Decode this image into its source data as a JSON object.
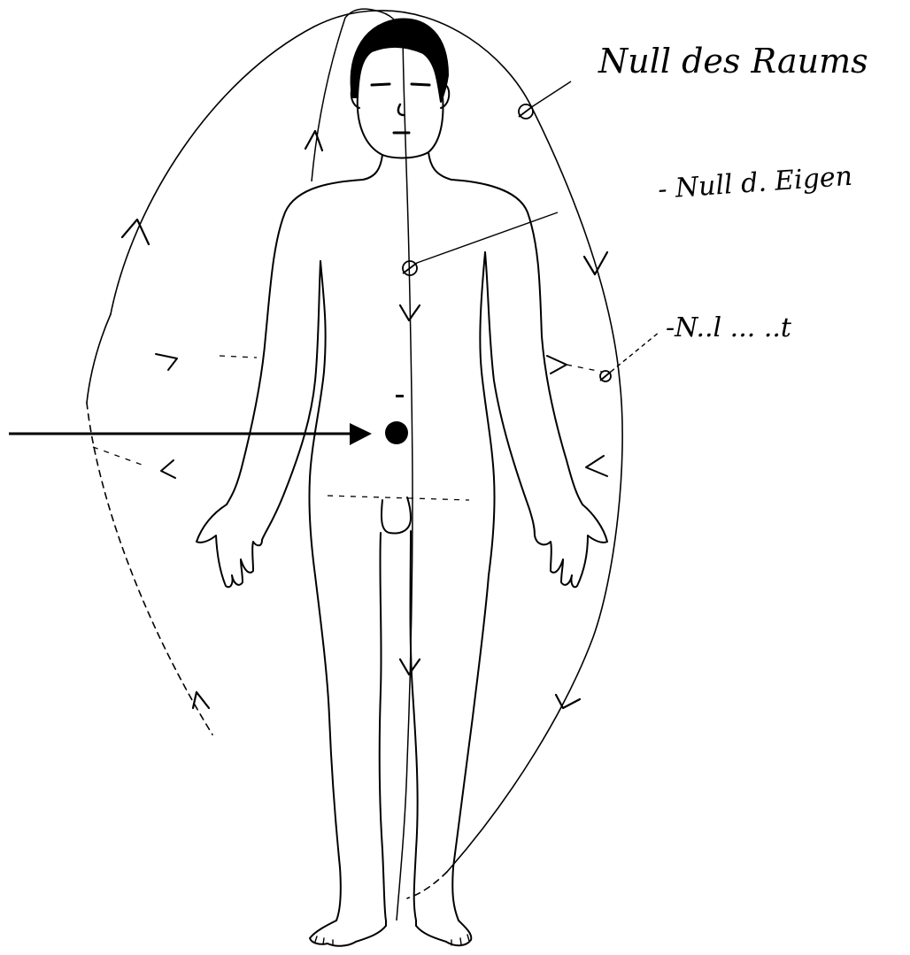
{
  "labels": {
    "space_zero": "Null des Raums",
    "own_zero": "- Null d. Eigen",
    "third_zero": "-N..l ... ..t"
  },
  "colors": {
    "ink": "#000000",
    "paper": "#ffffff"
  },
  "markers": {
    "zero_points": [
      "space-zero-point",
      "own-zero-point",
      "third-zero-point"
    ],
    "center_dot": "center-dot"
  }
}
